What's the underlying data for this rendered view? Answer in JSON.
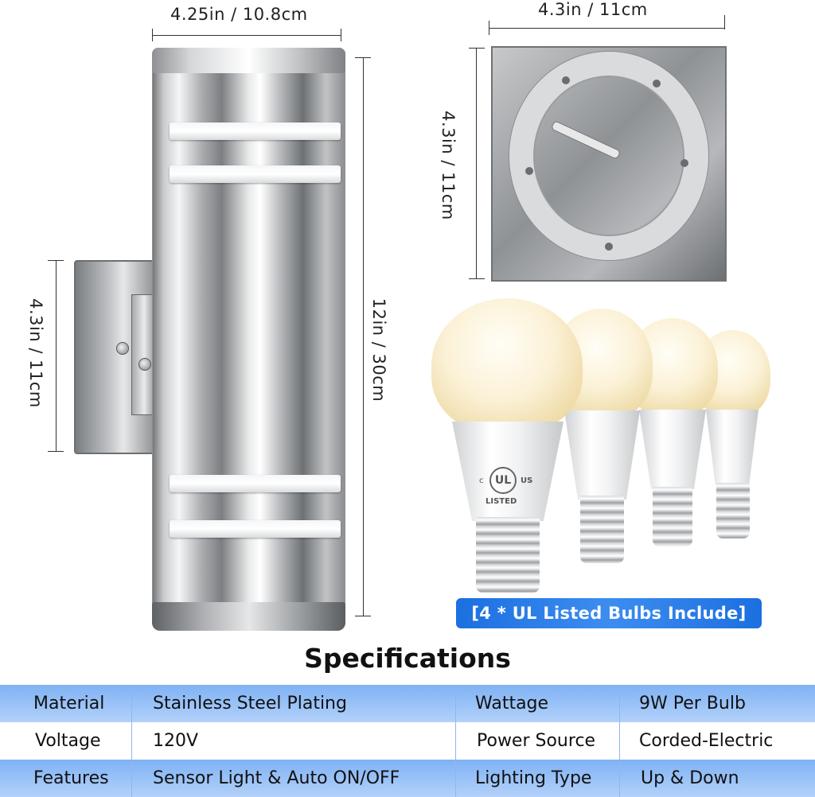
{
  "dimensions": {
    "fixture_width": "4.25in / 10.8cm",
    "fixture_height": "12in / 30cm",
    "plate_height": "4.3in / 11cm",
    "mount_width": "4.3in / 11cm",
    "mount_height": "4.3in / 11cm"
  },
  "bulbs": {
    "banner": "[4 * UL Listed Bulbs Include]",
    "ul_mark_left": "c",
    "ul_mark_center": "UL",
    "ul_mark_right": "US",
    "ul_mark_bottom": "LISTED"
  },
  "specs": {
    "title": "Specifications",
    "rows": [
      {
        "label": "Material",
        "value": "Stainless Steel Plating",
        "label2": "Wattage",
        "value2": "9W Per Bulb"
      },
      {
        "label": "Voltage",
        "value": "120V",
        "label2": "Power Source",
        "value2": "Corded-Electric"
      },
      {
        "label": "Features",
        "value": "Sensor Light & Auto ON/OFF",
        "label2": "Lighting Type",
        "value2": "Up & Down"
      }
    ]
  },
  "colors": {
    "banner_blue": "#1b6fe0",
    "table_blue": "#7fb2f4"
  }
}
